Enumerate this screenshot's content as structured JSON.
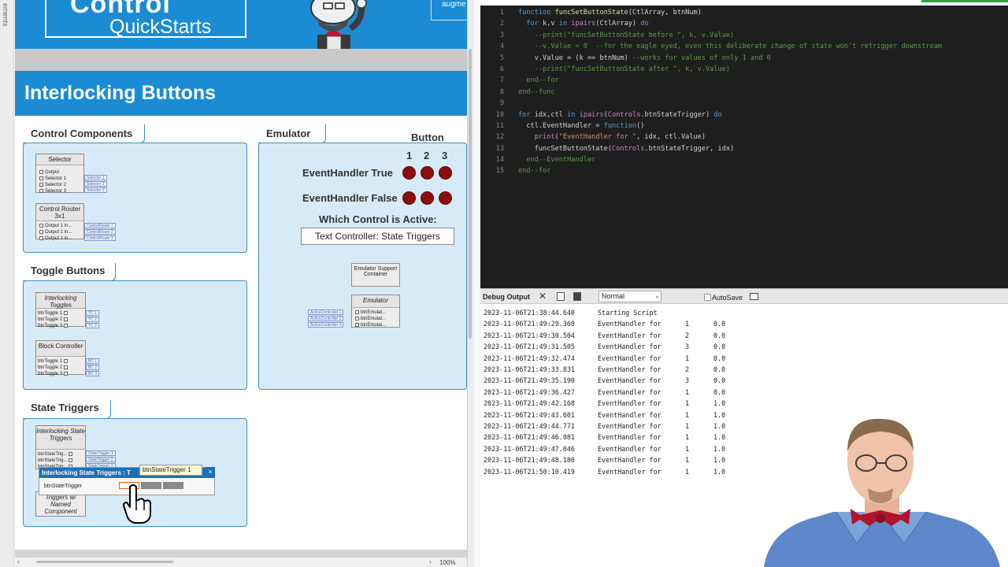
{
  "left_strip": {
    "label": "ements"
  },
  "banner": {
    "logo_top": "Control",
    "logo_sub": "QuickStarts",
    "right_text": "augme"
  },
  "page": {
    "title": "Interlocking Buttons"
  },
  "panels": {
    "control_components": {
      "title": "Control Components",
      "selector": {
        "name": "Selector",
        "pins": [
          "Output",
          "Selector 1",
          "Selector 2",
          "Selector 3"
        ],
        "ext": [
          "Selector 1",
          "Selector 2",
          "Selector 3"
        ]
      },
      "router": {
        "name": "Control Router 3x1",
        "pins": [
          "Output 1 in...",
          "Output 1 in...",
          "Output 1 in..."
        ],
        "ext": [
          "ControlRoute 1",
          "ControlRoute 2",
          "ControlRoute 3"
        ]
      }
    },
    "toggle_buttons": {
      "title": "Toggle Buttons",
      "interlocking": {
        "name": "Interlocking Toggles",
        "pins": [
          "btnToggle 1",
          "btnToggle 2",
          "btnToggle 3"
        ],
        "ext": [
          "TC 1",
          "TC 2",
          "TC 3"
        ]
      },
      "block": {
        "name": "Block Controller",
        "pins": [
          "btnToggle 1",
          "btnToggle 2",
          "btnToggle 3"
        ],
        "ext": [
          "BC 1",
          "BC 2",
          "BC 3"
        ]
      }
    },
    "state_triggers": {
      "title": "State Triggers",
      "interlocking": {
        "name": "Interlocking State Triggers",
        "pins": [
          "btnStateTrig...",
          "btnStateTrig...",
          "btnStateTrig..."
        ],
        "ext": [
          "StateTrigger 1",
          "StateTrigger 2",
          "StateTrigger 3"
        ]
      },
      "named": {
        "name": "Triggers w/ Named Component"
      }
    },
    "emulator": {
      "title": "Emulator",
      "button_header": "Button",
      "col_labels": [
        "1",
        "2",
        "3"
      ],
      "row_true": "EventHandler True",
      "row_false": "EventHandler False",
      "which_active": "Which Control is Active:",
      "text_controller": "Text Controller: State Triggers",
      "support": {
        "name": "Emulator Support Container"
      },
      "emulator_block": {
        "name": "Emulator",
        "pins": [
          "btnEmulat...",
          "btnEmulat...",
          "btnEmulat..."
        ],
        "ext": [
          "ActiveController 1",
          "ActiveController 2",
          "ActiveController 3"
        ]
      }
    }
  },
  "popup": {
    "title": "Interlocking State Triggers : T",
    "close": "×",
    "label": "btnStateTrigger",
    "tooltip": "btnStateTrigger 1"
  },
  "status": {
    "zoom": "100%"
  },
  "code": {
    "lines": [
      {
        "n": "1",
        "html": "<span class=\"kw\">function</span> <span class=\"fn\">funcSetButtonState</span>(CtlArray, btnNum)"
      },
      {
        "n": "2",
        "html": "  <span class=\"kw\">for</span> k,v <span class=\"kw\">in</span> <span class=\"bi\">ipairs</span>(CtlArray) <span class=\"kw\">do</span>"
      },
      {
        "n": "3",
        "html": "    <span class=\"cm\">--print(\"funcSetButtonState before \", k, v.Value)</span>"
      },
      {
        "n": "4",
        "html": "    <span class=\"cm\">--v.Value = 0  --for the eagle eyed, even this deliberate change of state won't retrigger downstream</span>"
      },
      {
        "n": "5",
        "html": "    v.Value = (k == btnNum) <span class=\"cm\">--works for values of only 1 and 0</span>"
      },
      {
        "n": "6",
        "html": "    <span class=\"cm\">--print(\"funcSetButtonState after \", k, v.Value)</span>"
      },
      {
        "n": "7",
        "html": "  <span class=\"cm\">end--for</span>"
      },
      {
        "n": "8",
        "html": "<span class=\"cm\">end--func</span>"
      },
      {
        "n": "9",
        "html": ""
      },
      {
        "n": "10",
        "html": "<span class=\"kw\">for</span> idx,ctl <span class=\"kw\">in</span> <span class=\"bi\">ipairs</span>(<span class=\"bi\">Controls</span>.btnStateTrigger) <span class=\"kw\">do</span>"
      },
      {
        "n": "11",
        "html": "  ctl.EventHandler = <span class=\"kw\">function</span>()"
      },
      {
        "n": "12",
        "html": "    <span class=\"bi\">print</span>(<span class=\"st\">\"EventHandler for \"</span>, idx, ctl.Value)"
      },
      {
        "n": "13",
        "html": "    funcSetButtonState(<span class=\"bi\">Controls</span>.btnStateTrigger, idx)"
      },
      {
        "n": "14",
        "html": "  <span class=\"cm\">end--EventHandler</span>"
      },
      {
        "n": "15",
        "html": "<span class=\"cm\">end--for</span>"
      }
    ]
  },
  "debug": {
    "title": "Debug Output",
    "close": "✕",
    "level": "Normal",
    "autosave": "AutoSave",
    "log": [
      {
        "ts": "2023-11-06T21:38:44.640",
        "msg": "Starting Script",
        "n": "",
        "v": ""
      },
      {
        "ts": "2023-11-06T21:49:29.360",
        "msg": "EventHandler for",
        "n": "1",
        "v": "0.0"
      },
      {
        "ts": "2023-11-06T21:49:30.504",
        "msg": "EventHandler for",
        "n": "2",
        "v": "0.0"
      },
      {
        "ts": "2023-11-06T21:49:31.505",
        "msg": "EventHandler for",
        "n": "3",
        "v": "0.0"
      },
      {
        "ts": "2023-11-06T21:49:32.474",
        "msg": "EventHandler for",
        "n": "1",
        "v": "0.0"
      },
      {
        "ts": "2023-11-06T21:49:33.831",
        "msg": "EventHandler for",
        "n": "2",
        "v": "0.0"
      },
      {
        "ts": "2023-11-06T21:49:35.190",
        "msg": "EventHandler for",
        "n": "3",
        "v": "0.0"
      },
      {
        "ts": "2023-11-06T21:49:36.427",
        "msg": "EventHandler for",
        "n": "1",
        "v": "0.0"
      },
      {
        "ts": "2023-11-06T21:49:42.168",
        "msg": "EventHandler for",
        "n": "1",
        "v": "1.0"
      },
      {
        "ts": "2023-11-06T21:49:43.601",
        "msg": "EventHandler for",
        "n": "1",
        "v": "1.0"
      },
      {
        "ts": "2023-11-06T21:49:44.771",
        "msg": "EventHandler for",
        "n": "1",
        "v": "1.0"
      },
      {
        "ts": "2023-11-06T21:49:46.081",
        "msg": "EventHandler for",
        "n": "1",
        "v": "1.0"
      },
      {
        "ts": "2023-11-06T21:49:47.046",
        "msg": "EventHandler for",
        "n": "1",
        "v": "1.0"
      },
      {
        "ts": "2023-11-06T21:49:48.180",
        "msg": "EventHandler for",
        "n": "1",
        "v": "1.0"
      },
      {
        "ts": "2023-11-06T21:50:10.419",
        "msg": "EventHandler for",
        "n": "1",
        "v": "1.0"
      }
    ]
  },
  "colors": {
    "banner_blue": "#1b8cd3",
    "panel_fill": "#d6ebf7",
    "led_red": "#8b0e0e",
    "editor_bg": "#1e1e1e"
  }
}
